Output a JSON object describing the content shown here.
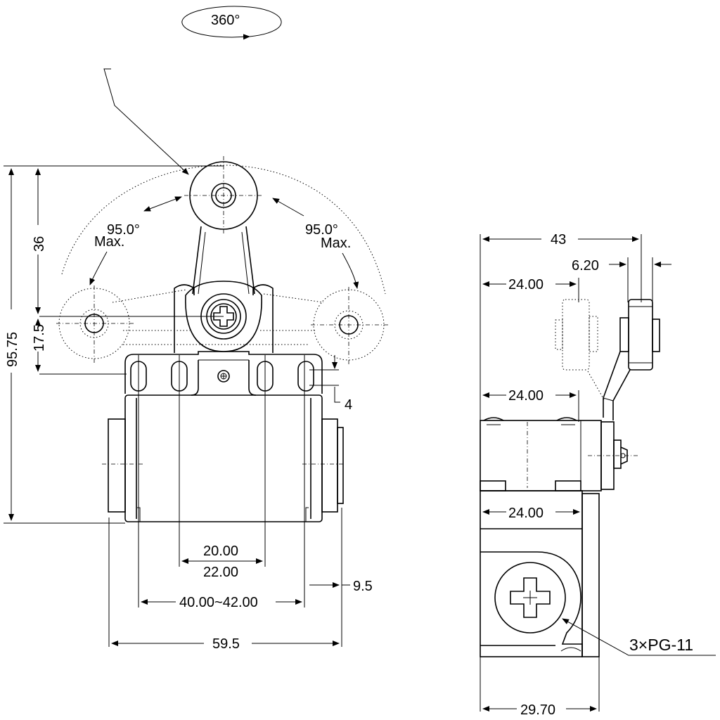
{
  "rotation_label": "360°",
  "angle_left": {
    "value": "95.0°",
    "note": "Max."
  },
  "angle_right": {
    "value": "95.0°",
    "note": "Max."
  },
  "front_view": {
    "overall_height": "95.75",
    "lever_height": "36",
    "roller_offset": "17.5",
    "slot_offset": "4",
    "mount_inner": "20.00",
    "mount_outer": "22.00",
    "mount_range": "40.00~42.00",
    "flange": "9.5",
    "overall_width": "59.5"
  },
  "side_view": {
    "overall_depth": "43",
    "roller_width": "6.20",
    "roller_offset_top": "24.00",
    "head_depth": "24.00",
    "body_depth": "24.00",
    "base_width": "29.70",
    "conduit_label": "3×PG-11"
  }
}
